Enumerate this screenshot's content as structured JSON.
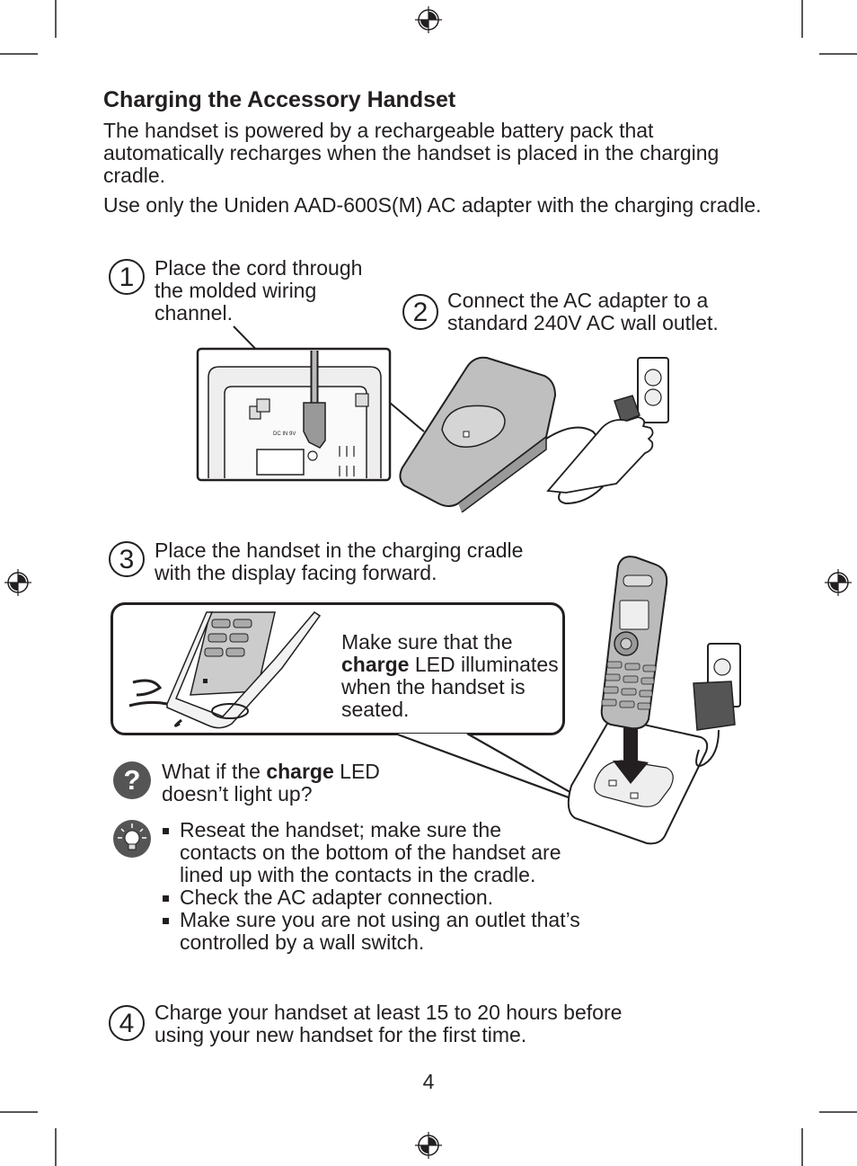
{
  "title": "Charging the Accessory Handset",
  "intro": [
    "The handset is powered by a rechargeable battery pack that automatically recharges when the handset is placed in the charging cradle.",
    "Use only the Uniden AAD-600S(M) AC adapter with the charging cradle."
  ],
  "steps": [
    {
      "number": "1",
      "text": "Place the cord through the molded wiring channel."
    },
    {
      "number": "2",
      "text": "Connect the AC adapter to a standard 240V AC wall outlet."
    },
    {
      "number": "3",
      "text": "Place the handset in the charging cradle with the display facing forward."
    },
    {
      "number": "4",
      "text": "Charge your handset at least 15 to 20 hours before using your new handset for the first time."
    }
  ],
  "callout": {
    "prefix": "Make sure that the",
    "bold": "charge",
    "suffix": "LED illuminates when the handset is seated."
  },
  "question": {
    "icon": "?",
    "prefix": "What if the",
    "bold": "charge",
    "suffix": "LED doesn’t light up?"
  },
  "tips": [
    "Reseat the handset; make sure the contacts on the bottom of the handset are lined up with the contacts in the cradle.",
    "Check the AC adapter connection.",
    "Make sure you are not using an outlet that’s controlled by a wall switch."
  ],
  "base_label": "DC IN 9V",
  "page_number": "4"
}
